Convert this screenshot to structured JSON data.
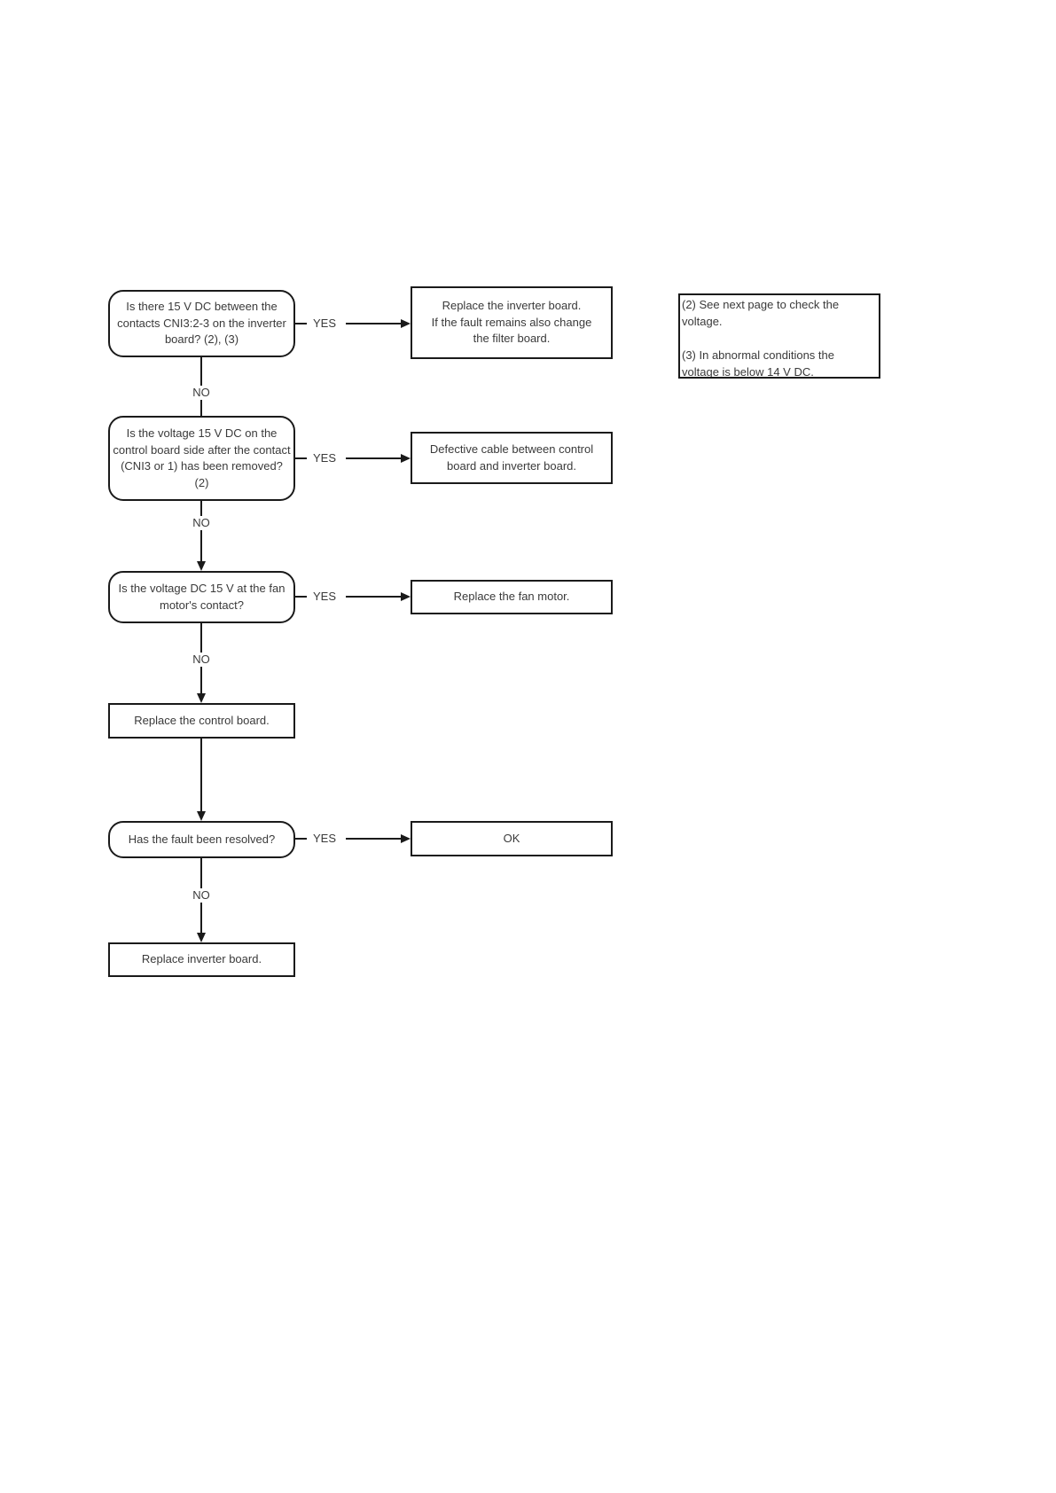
{
  "flowchart": {
    "connector_labels": {
      "yes": "YES",
      "no": "NO"
    },
    "colors": {
      "border": "#1a1a1a",
      "text": "#3a3a3a",
      "background": "#ffffff"
    },
    "nodes": {
      "q_inverter_contacts": {
        "label": "Is there 15 V DC between the\ncontacts CNI3:2-3 on the inverter\nboard? (2), (3)"
      },
      "q_control_board_side": {
        "label": "Is the voltage 15 V DC on the\ncontrol board side after the contact\n(CNI3 or 1) has been removed?\n(2)"
      },
      "q_fan_motor_contact": {
        "label": "Is the voltage DC 15 V at the fan\nmotor's contact?"
      },
      "a_replace_control_board": {
        "label": "Replace the control board."
      },
      "q_fault_resolved": {
        "label": "Has the fault been resolved?"
      },
      "a_replace_inverter_board": {
        "label": "Replace inverter board."
      },
      "r_replace_inverter_filter": {
        "label": "Replace the inverter board.\nIf the fault remains also change\nthe filter board."
      },
      "r_defective_cable": {
        "label": "Defective cable between control\nboard and inverter board."
      },
      "r_replace_fan_motor": {
        "label": "Replace the fan motor."
      },
      "r_ok": {
        "label": "OK"
      }
    },
    "note": {
      "text": "(2) See next page to check the\nvoltage.\n\n(3) In abnormal conditions the\nvoltage is below 14 V DC."
    }
  }
}
